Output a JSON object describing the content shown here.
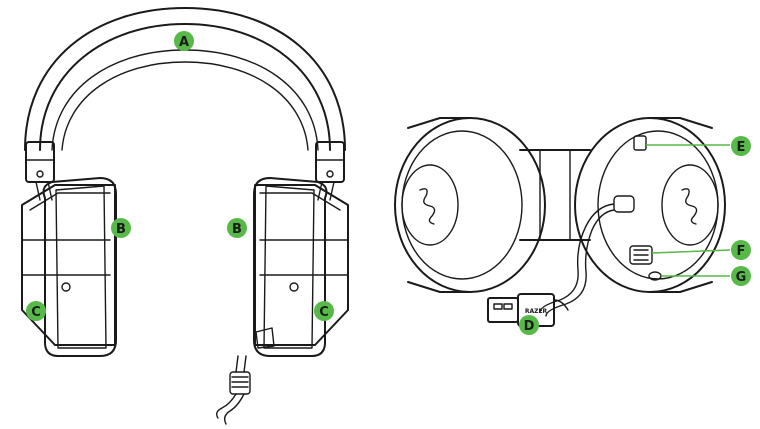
{
  "colors": {
    "callout": "#57b947",
    "line": "#1a1a1a",
    "background": "#ffffff"
  },
  "callouts": {
    "A": "A",
    "B_left": "B",
    "B_right": "B",
    "C_left": "C",
    "C_right": "C",
    "D": "D",
    "E": "E",
    "F": "F",
    "G": "G"
  },
  "brand_text": "RAZER",
  "logos": [
    "razer-snake-logo-left",
    "razer-snake-logo-right"
  ]
}
